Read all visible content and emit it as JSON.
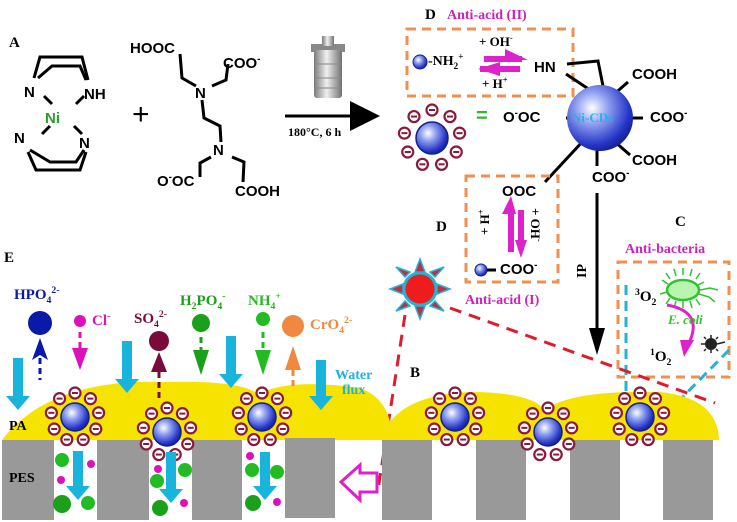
{
  "panels": {
    "a": "A",
    "b": "B",
    "c": "C",
    "d1": "D",
    "d2": "D",
    "e": "E"
  },
  "reactant_nicomplex": {
    "metal": "Ni",
    "n_labels": [
      "N",
      "NH",
      "N",
      "N"
    ]
  },
  "reactant_edta": {
    "groups": [
      "HOOC",
      "COO",
      "N",
      "N",
      "O",
      "OC",
      "COOH"
    ],
    "charge": "-"
  },
  "reaction": {
    "plus": "+",
    "conditions": "180°C, 6 h"
  },
  "anti_acid_ii": {
    "title": "Anti-acid (II)",
    "species": "NH",
    "sub": "2",
    "sup": "+",
    "top": "+ OH",
    "top_sup": "-",
    "bottom": "+ H",
    "bottom_sup": "+",
    "product": "HN"
  },
  "ni_cds": {
    "label": "Ni-CDs",
    "equals": "=",
    "left_group": "O",
    "left_group_rest": "OC",
    "groups": [
      "COOH",
      "COO",
      "COOH",
      "COO"
    ],
    "minus": "-"
  },
  "anti_acid_i": {
    "title": "Anti-acid (I)",
    "top": "OOC",
    "left": "+ H",
    "left_sup": "+",
    "right": "+ OH",
    "right_sup": "-",
    "bottom": "COO",
    "bottom_sup": "-"
  },
  "ip_label": "IP",
  "anti_bacteria": {
    "title": "Anti-bacteria",
    "o2_triplet_sup": "3",
    "o2_singlet_sup": "1",
    "o2": "O",
    "o2_sub": "2",
    "organism": "E. coli"
  },
  "ions": [
    {
      "name": "HPO",
      "sub": "4",
      "sup": "2-",
      "color": "#0a1aa8"
    },
    {
      "name": "Cl",
      "sub": "",
      "sup": "-",
      "color": "#dd11bb"
    },
    {
      "name": "SO",
      "sub": "4",
      "sup": "2-",
      "color": "#7a0a3a"
    },
    {
      "name": "H",
      "mid": "2",
      "name2": "PO",
      "sub": "4",
      "sup": "-",
      "color": "#1aa01a"
    },
    {
      "name": "NH",
      "sub": "4",
      "sup": "+",
      "color": "#22bb22"
    },
    {
      "name": "CrO",
      "sub": "4",
      "sup": "2-",
      "color": "#f08840"
    }
  ],
  "water_flux": {
    "line1": "Water",
    "line2": "flux"
  },
  "layers": {
    "pa": "PA",
    "pes": "PES"
  },
  "colors": {
    "pa": "#f7e300",
    "pes": "#999999",
    "water": "#19b4dc",
    "orange_box": "#ef9050",
    "magenta": "#dd22cc",
    "red_dash": "#dd1c2c",
    "cyan_dash": "#22b3d6"
  }
}
